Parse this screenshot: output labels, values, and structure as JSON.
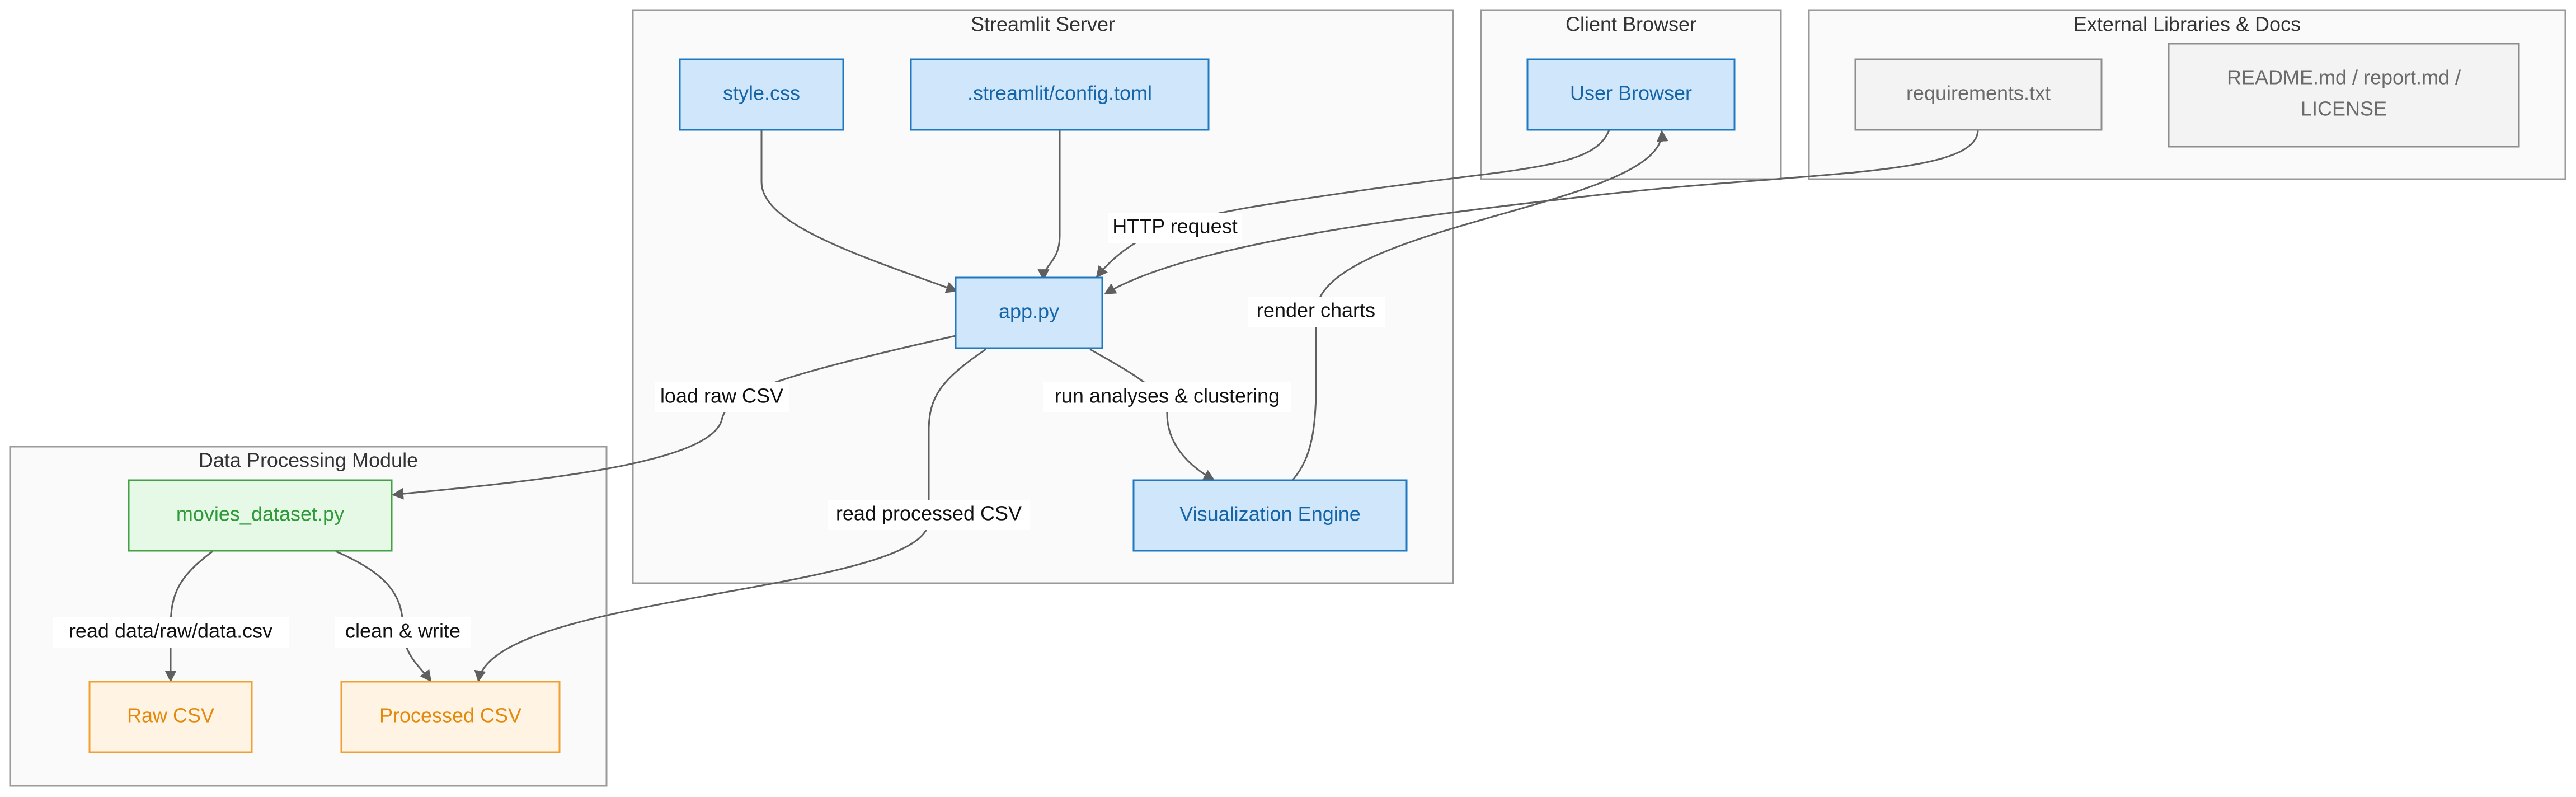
{
  "clusters": {
    "server": "Streamlit Server",
    "client": "Client Browser",
    "external": "External Libraries & Docs",
    "data": "Data Processing Module"
  },
  "nodes": {
    "style_css": "style.css",
    "config_toml": ".streamlit/config.toml",
    "app_py": "app.py",
    "viz_engine": "Visualization Engine",
    "user_browser": "User Browser",
    "requirements": "requirements.txt",
    "readme_line1": "README.md / report.md /",
    "readme_line2": "LICENSE",
    "movies_dataset": "movies_dataset.py",
    "raw_csv": "Raw CSV",
    "processed_csv": "Processed CSV"
  },
  "edges": {
    "http_request": "HTTP request",
    "render_charts": "render charts",
    "load_raw_csv": "load raw CSV",
    "run_analyses": "run analyses & clustering",
    "read_processed": "read processed CSV",
    "read_data": "read data/raw/data.csv",
    "clean_write": "clean & write"
  },
  "colors": {
    "blue_fill": "#d0e7fb",
    "blue_stroke": "#1f78c1",
    "green_fill": "#e6f8e6",
    "green_stroke": "#43a047",
    "orange_fill": "#fff3e3",
    "orange_stroke": "#f0a030",
    "gray_fill": "#f3f3f3",
    "gray_stroke": "#8d8d8d"
  }
}
